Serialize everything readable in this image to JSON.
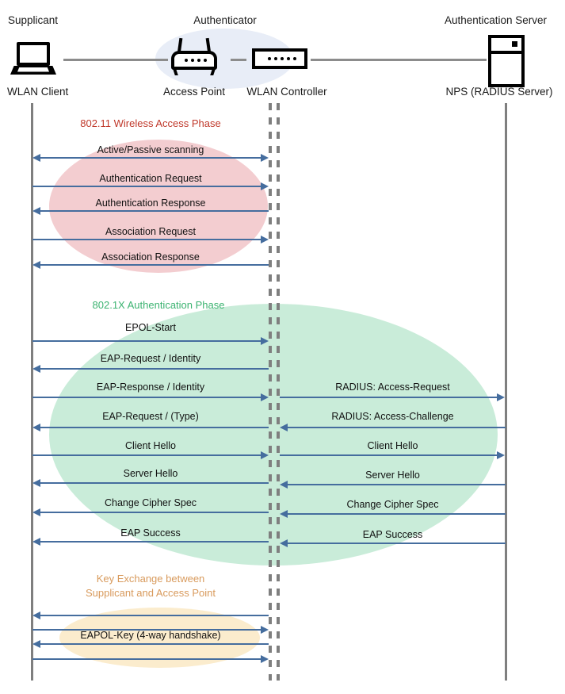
{
  "diagram": {
    "title": "802.1X / WPA2-Enterprise WLAN authentication sequence",
    "colors": {
      "arrow": "#456d9e",
      "lifeline": "#7f7f7f",
      "phase_wireless": "#C0392B",
      "phase_8021x": "#3CB371",
      "phase_keyexchange": "#D89A5C",
      "blob_wireless": "#f3cdd0",
      "blob_8021x": "#c9ecd9",
      "blob_keyexchange": "#fbeccd",
      "authenticator_blob": "#e8edf7"
    }
  },
  "actors": [
    {
      "role": "Supplicant",
      "device": "WLAN Client",
      "icon": "laptop-icon"
    },
    {
      "role": "Authenticator",
      "device": "Access Point",
      "icon": "access-point-icon"
    },
    {
      "role": "",
      "device": "WLAN Controller",
      "icon": "wlan-controller-icon"
    },
    {
      "role": "Authentication Server",
      "device": "NPS (RADIUS Server)",
      "icon": "server-icon"
    }
  ],
  "phases": [
    {
      "id": "wireless-access",
      "title": "802.11 Wireless Access Phase",
      "color": "#C0392B"
    },
    {
      "id": "dot1x-auth",
      "title": "802.1X Authentication Phase",
      "color": "#3CB371"
    },
    {
      "id": "key-exchange",
      "title_line1": "Key Exchange between",
      "title_line2": "Supplicant and Access Point",
      "color": "#D89A5C"
    }
  ],
  "messages_left": [
    {
      "label": "Active/Passive scanning",
      "direction": "both",
      "phase": "wireless-access"
    },
    {
      "label": "Authentication Request",
      "direction": "right",
      "phase": "wireless-access"
    },
    {
      "label": "Authentication Response",
      "direction": "left",
      "phase": "wireless-access"
    },
    {
      "label": "Association Request",
      "direction": "right",
      "phase": "wireless-access"
    },
    {
      "label": "Association Response",
      "direction": "left",
      "phase": "wireless-access"
    },
    {
      "label": "EPOL-Start",
      "direction": "right",
      "phase": "dot1x-auth"
    },
    {
      "label": "EAP-Request / Identity",
      "direction": "left",
      "phase": "dot1x-auth"
    },
    {
      "label": "EAP-Response / Identity",
      "direction": "right",
      "phase": "dot1x-auth"
    },
    {
      "label": "EAP-Request / (Type)",
      "direction": "left",
      "phase": "dot1x-auth"
    },
    {
      "label": "Client Hello",
      "direction": "right",
      "phase": "dot1x-auth"
    },
    {
      "label": "Server Hello",
      "direction": "left",
      "phase": "dot1x-auth"
    },
    {
      "label": "Change Cipher Spec",
      "direction": "left",
      "phase": "dot1x-auth"
    },
    {
      "label": "EAP Success",
      "direction": "left",
      "phase": "dot1x-auth"
    },
    {
      "label": "",
      "direction": "left",
      "phase": "key-exchange"
    },
    {
      "label": "EAPOL-Key (4-way handshake)",
      "direction": "right",
      "phase": "key-exchange"
    },
    {
      "label": "",
      "direction": "left",
      "phase": "key-exchange"
    },
    {
      "label": "",
      "direction": "right",
      "phase": "key-exchange"
    }
  ],
  "messages_right": [
    {
      "label": "RADIUS: Access-Request",
      "direction": "right",
      "phase": "dot1x-auth"
    },
    {
      "label": "RADIUS: Access-Challenge",
      "direction": "left",
      "phase": "dot1x-auth"
    },
    {
      "label": "Client Hello",
      "direction": "right",
      "phase": "dot1x-auth"
    },
    {
      "label": "Server Hello",
      "direction": "left",
      "phase": "dot1x-auth"
    },
    {
      "label": "Change Cipher Spec",
      "direction": "left",
      "phase": "dot1x-auth"
    },
    {
      "label": "EAP Success",
      "direction": "left",
      "phase": "dot1x-auth"
    }
  ]
}
